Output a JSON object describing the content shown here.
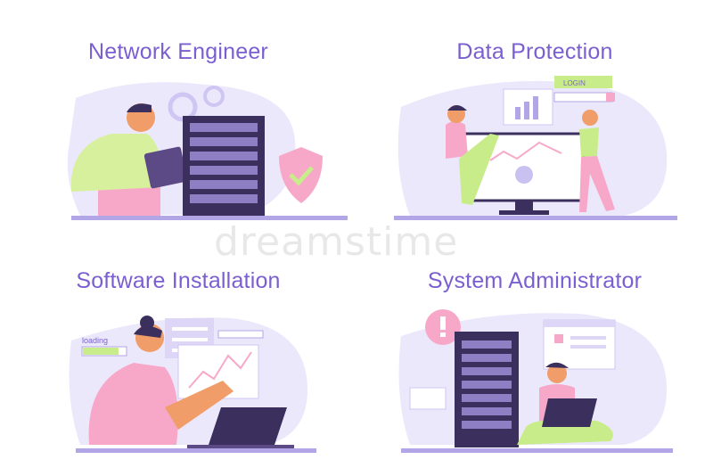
{
  "panels": [
    {
      "title": "Network Engineer"
    },
    {
      "title": "Data Protection",
      "login_text": "LOGIN"
    },
    {
      "title": "Software Installation",
      "loading_text": "loading"
    },
    {
      "title": "System Administrator"
    }
  ],
  "watermark": "dreamstime",
  "colors": {
    "title": "#7b5fd0",
    "lavender": "#ddd6f7",
    "purple_dark": "#3b2f5e",
    "green": "#c9ec8a",
    "pink": "#f7a8c8",
    "skin": "#f09d6a"
  }
}
